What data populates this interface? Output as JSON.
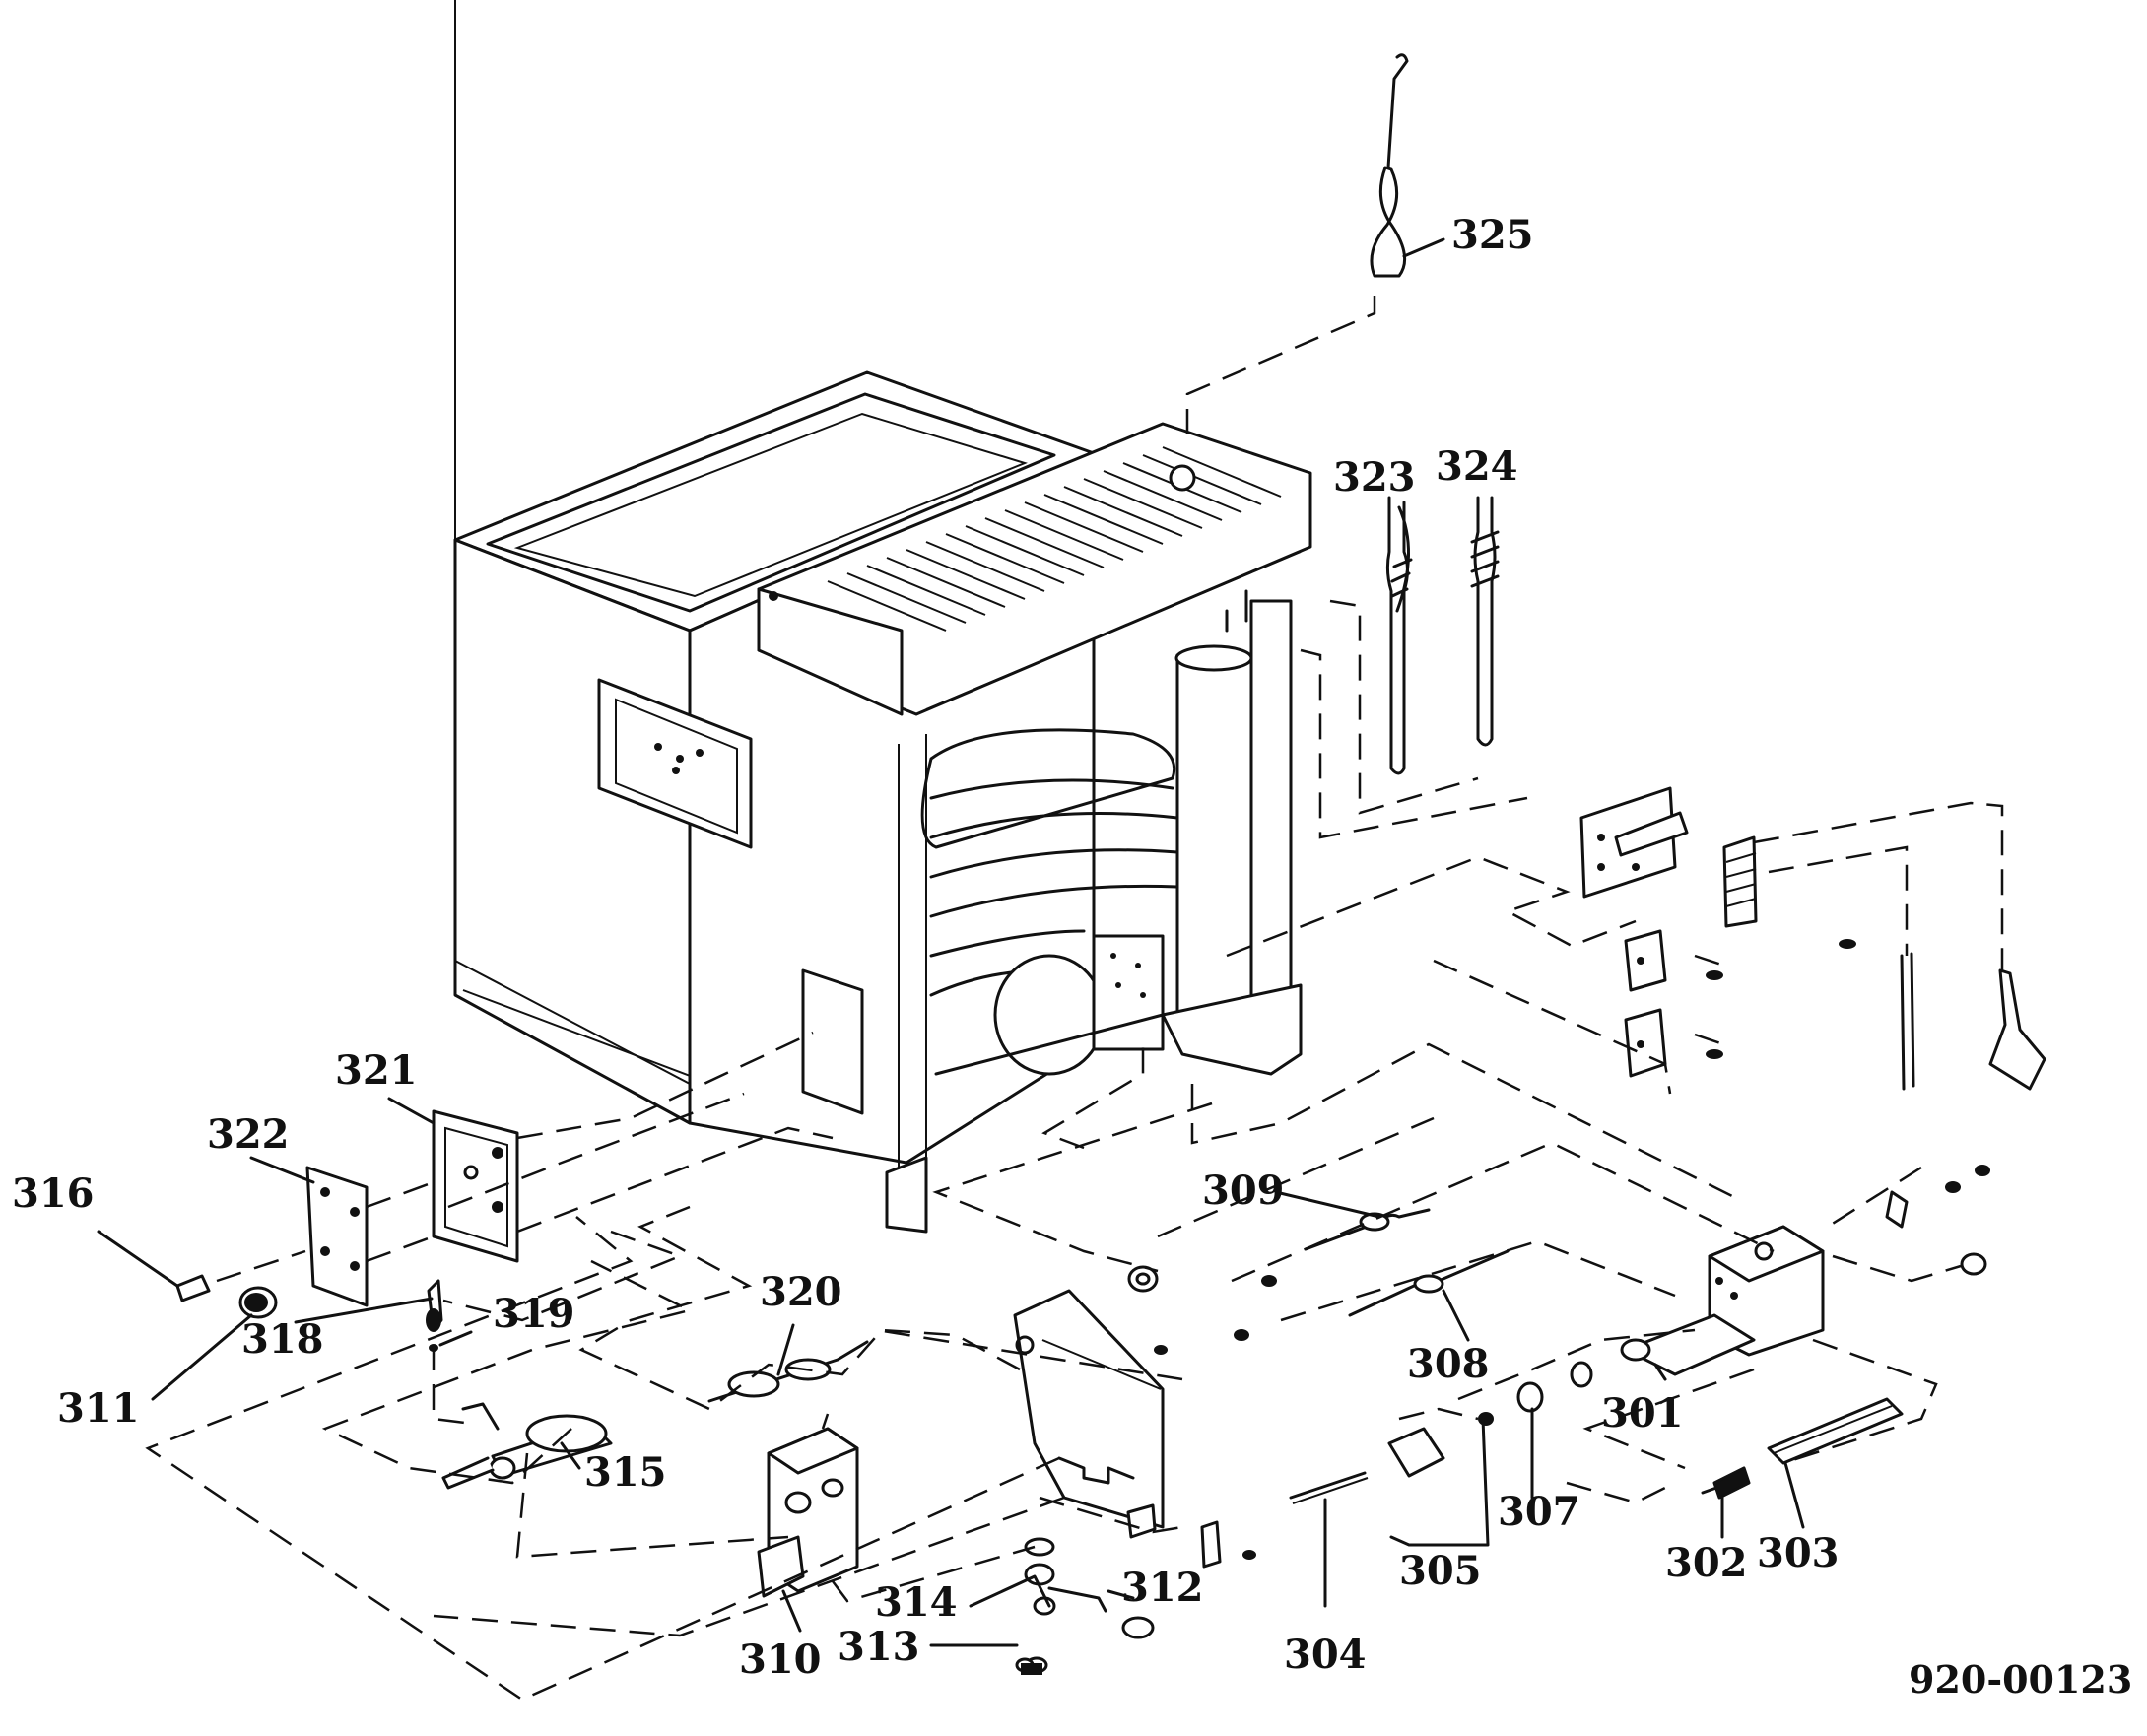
{
  "diagram": {
    "document_number": "920-00123",
    "callouts": {
      "p301": "301",
      "p302": "302",
      "p303": "303",
      "p304": "304",
      "p305": "305",
      "p307": "307",
      "p308": "308",
      "p309": "309",
      "p310": "310",
      "p311": "311",
      "p312": "312",
      "p313": "313",
      "p314": "314",
      "p315": "315",
      "p316": "316",
      "p318": "318",
      "p319": "319",
      "p320": "320",
      "p321": "321",
      "p322": "322",
      "p323": "323",
      "p324": "324",
      "p325": "325"
    }
  }
}
